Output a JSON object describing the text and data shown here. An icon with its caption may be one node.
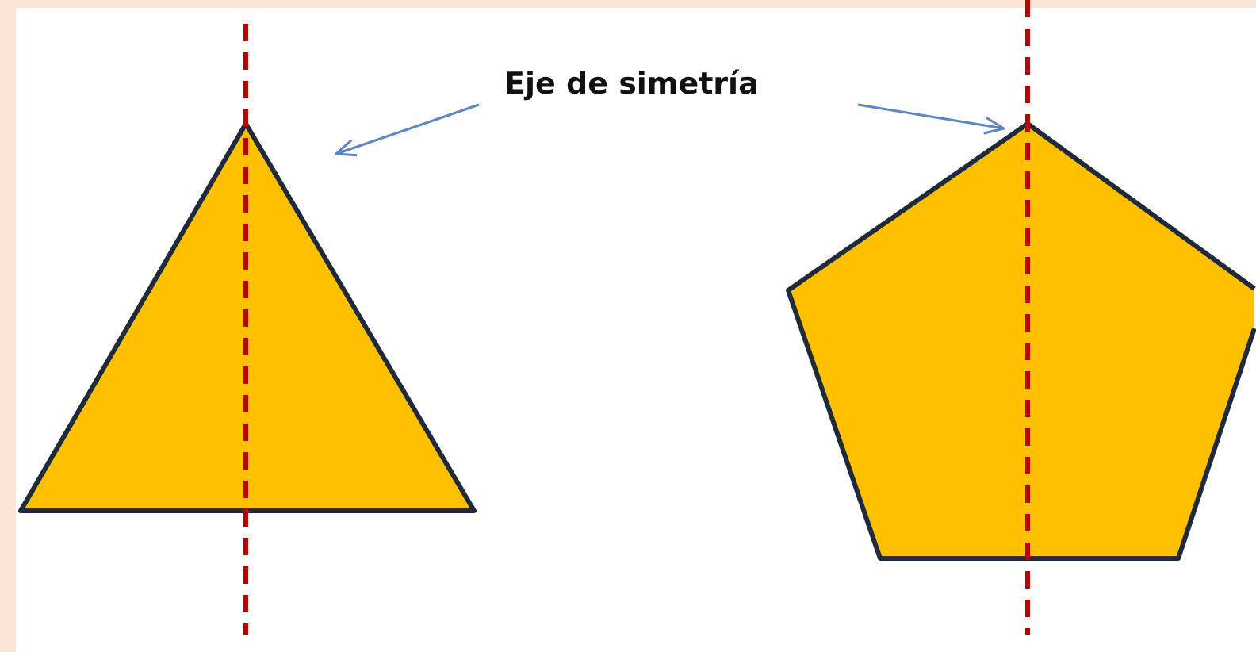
{
  "diagram": {
    "nodes": [
      {
        "text": [
          "Eje de simetría"
        ]
      },
      {
        "text": [],
        "shape": "line"
      },
      {
        "text": [],
        "shape": "line"
      }
    ],
    "edges": [
      {
        "from": 0,
        "to": 1,
        "arrow": "to"
      },
      {
        "from": 0,
        "to": 2,
        "arrow": "to"
      }
    ]
  }
}
